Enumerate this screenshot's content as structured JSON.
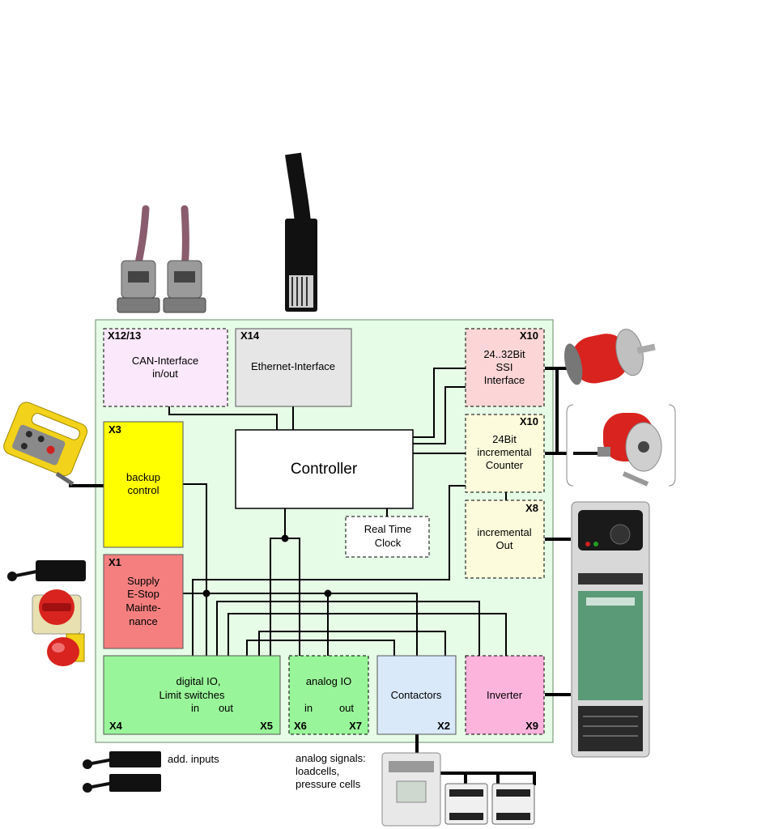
{
  "blocks": {
    "can": {
      "id": "X12/13",
      "line1": "CAN-Interface",
      "line2": "in/out"
    },
    "eth": {
      "id": "X14",
      "line1": "Ethernet-Interface"
    },
    "ssi": {
      "id": "X10",
      "line1": "24..32Bit",
      "line2": "SSI",
      "line3": "Interface"
    },
    "inc": {
      "id": "X10",
      "line1": "24Bit",
      "line2": "incremental",
      "line3": "Counter"
    },
    "incout": {
      "id": "X8",
      "line1": "incremental",
      "line2": "Out"
    },
    "backup": {
      "id": "X3",
      "line1": "backup",
      "line2": "control"
    },
    "supply": {
      "id": "X1",
      "line1": "Supply",
      "line2": "E-Stop",
      "line3": "Mainte-",
      "line4": "nance"
    },
    "controller": {
      "label": "Controller"
    },
    "rtc": {
      "line1": "Real Time",
      "line2": "Clock"
    },
    "digital": {
      "id_left": "X4",
      "id_right": "X5",
      "line1": "digital IO,",
      "line2": "Limit switches",
      "in": "in",
      "out": "out"
    },
    "analog": {
      "id_left": "X6",
      "id_right": "X7",
      "line1": "analog IO",
      "in": "in",
      "out": "out"
    },
    "contactors": {
      "id": "X2",
      "line1": "Contactors"
    },
    "inverter": {
      "id": "X9",
      "line1": "Inverter"
    }
  },
  "annotations": {
    "add_inputs": "add. inputs",
    "analog_signals_1": "analog signals:",
    "analog_signals_2": "loadcells,",
    "analog_signals_3": "pressure cells"
  },
  "colors": {
    "board_bg": "#e6fce6",
    "can": "#fbe8fb",
    "eth": "#e6e6e6",
    "ssi": "#fcd6d6",
    "inc": "#fcfcdc",
    "backup": "#ffff00",
    "supply": "#f57f7f",
    "digital": "#99f599",
    "contactors": "#d9e9fa",
    "inverter": "#fcb3dc",
    "cable_purple": "#8a5c6e",
    "encoder_red": "#d8231e"
  }
}
